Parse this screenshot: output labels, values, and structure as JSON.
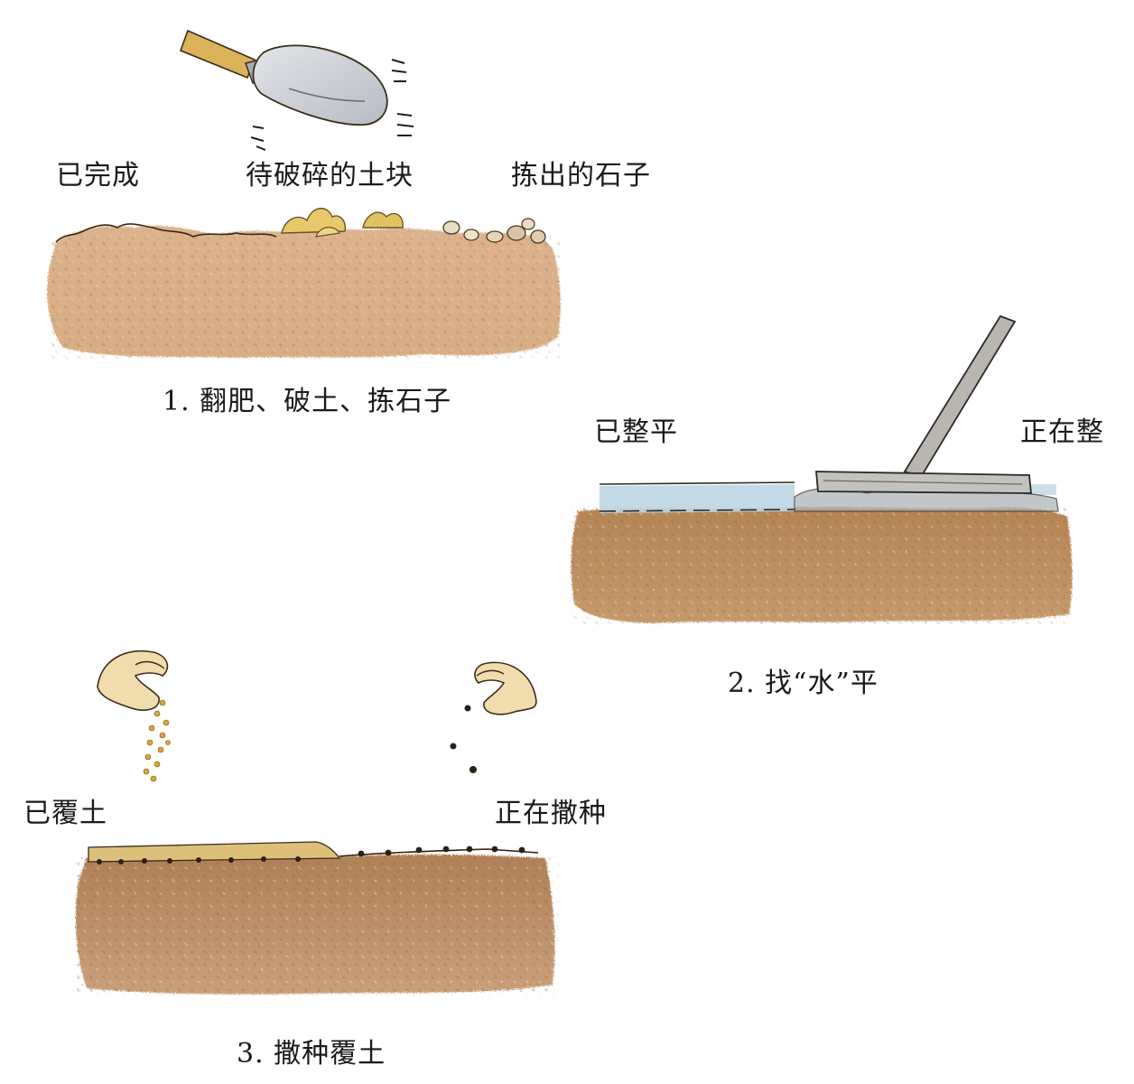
{
  "step1": {
    "label_done": "已完成",
    "label_clods": "待破碎的土块",
    "label_stones": "拣出的石子",
    "caption": "1. 翻肥、破土、拣石子"
  },
  "step2": {
    "label_leveled": "已整平",
    "label_leveling": "正在整",
    "caption": "2. 找“水”平"
  },
  "step3": {
    "label_covered": "已覆土",
    "label_sowing": "正在撒种",
    "caption": "3. 撒种覆土"
  },
  "colors": {
    "soil_light": "#d9b08a",
    "soil_dark": "#b88a5e",
    "soil_brown": "#a87a52",
    "clod_yellow": "#e6c96a",
    "water_blue": "#bcd6e3",
    "shovel_metal": "#c6c9cf",
    "handle_wood": "#d9b25a",
    "hand_skin": "#f1dcae",
    "seed_dark": "#2a2014"
  }
}
